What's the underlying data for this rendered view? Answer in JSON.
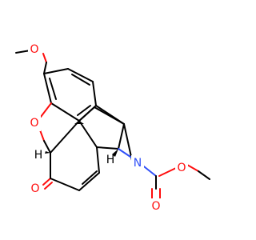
{
  "molecule": {
    "atoms": {
      "o_methoxy": {
        "symbol": "O",
        "color": "#ff0d0d"
      },
      "o_bridge": {
        "symbol": "O",
        "color": "#ff0d0d"
      },
      "o_ketone": {
        "symbol": "O",
        "color": "#ff0d0d"
      },
      "n_ring": {
        "symbol": "N",
        "color": "#3050f8"
      },
      "o_carbonyl": {
        "symbol": "O",
        "color": "#ff0d0d"
      },
      "o_ester": {
        "symbol": "O",
        "color": "#ff0d0d"
      }
    },
    "stereo": {
      "h_left": {
        "symbol": "H"
      },
      "h_right": {
        "symbol": "H"
      }
    }
  }
}
